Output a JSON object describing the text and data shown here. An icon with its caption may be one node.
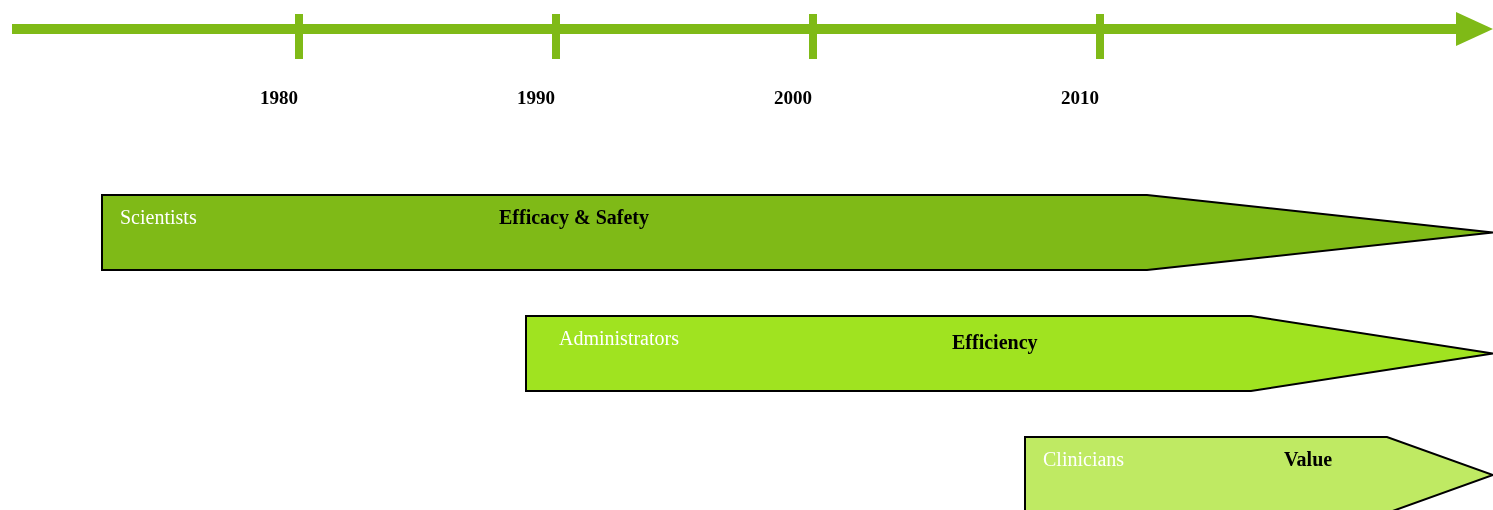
{
  "diagram": {
    "nodes": [
      {
        "text": [
          "Scientists",
          "Efficacy & Safety"
        ]
      },
      {
        "text": [
          "Administrators",
          "Efficiency"
        ]
      },
      {
        "text": [
          "Clinicians",
          "Value"
        ]
      }
    ],
    "labels": [
      "1980",
      "1990",
      "2000",
      "2010"
    ]
  }
}
